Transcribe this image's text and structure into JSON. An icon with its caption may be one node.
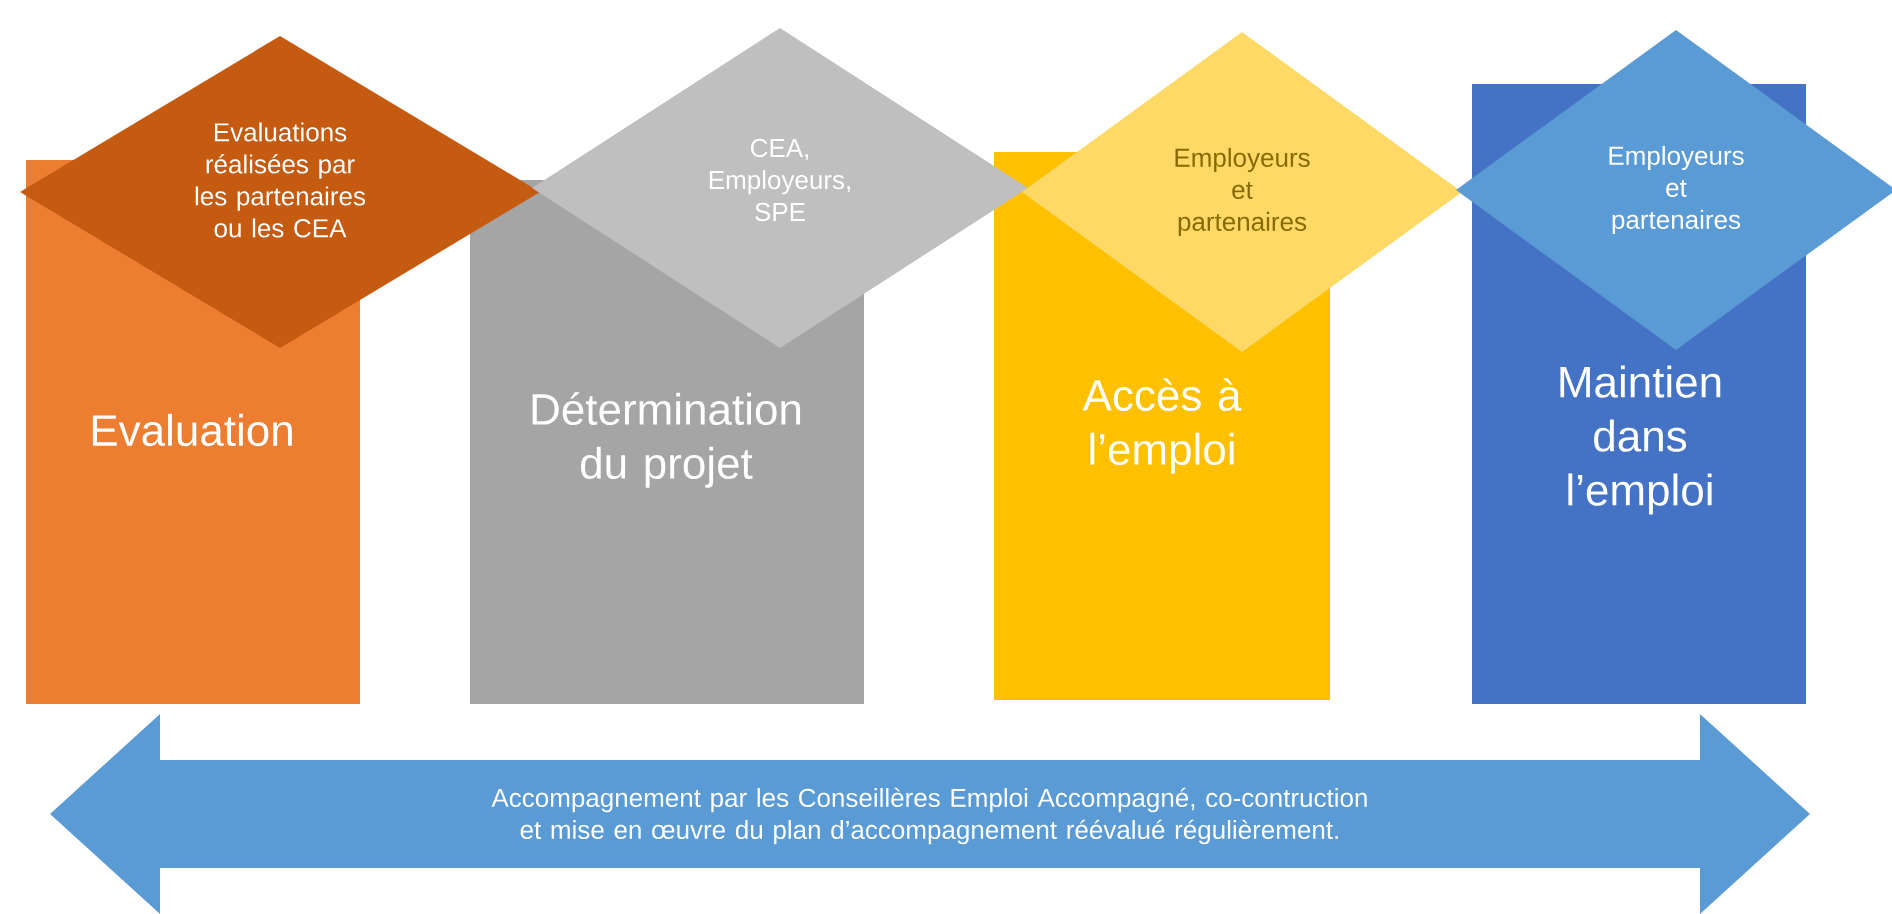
{
  "diagram": {
    "nodes": [
      {
        "text": [
          "Evaluation"
        ]
      },
      {
        "text": [
          "Evaluations réalisées par les partenaires ou les CEA"
        ]
      },
      {
        "text": [
          "Détermination du projet"
        ]
      },
      {
        "text": [
          "CEA, Employeurs, SPE"
        ]
      },
      {
        "text": [
          "Accès à l’emploi"
        ]
      },
      {
        "text": [
          "Employeurs et partenaires"
        ]
      },
      {
        "text": [
          "Maintien dans l’emploi"
        ]
      },
      {
        "text": [
          "Employeurs et partenaires"
        ]
      },
      {
        "text": [
          "Accompagnement par les Conseillères Emploi Accompagné, co-contruction et mise en œuvre du plan d’accompagnement réévalué régulièrement."
        ]
      }
    ]
  }
}
